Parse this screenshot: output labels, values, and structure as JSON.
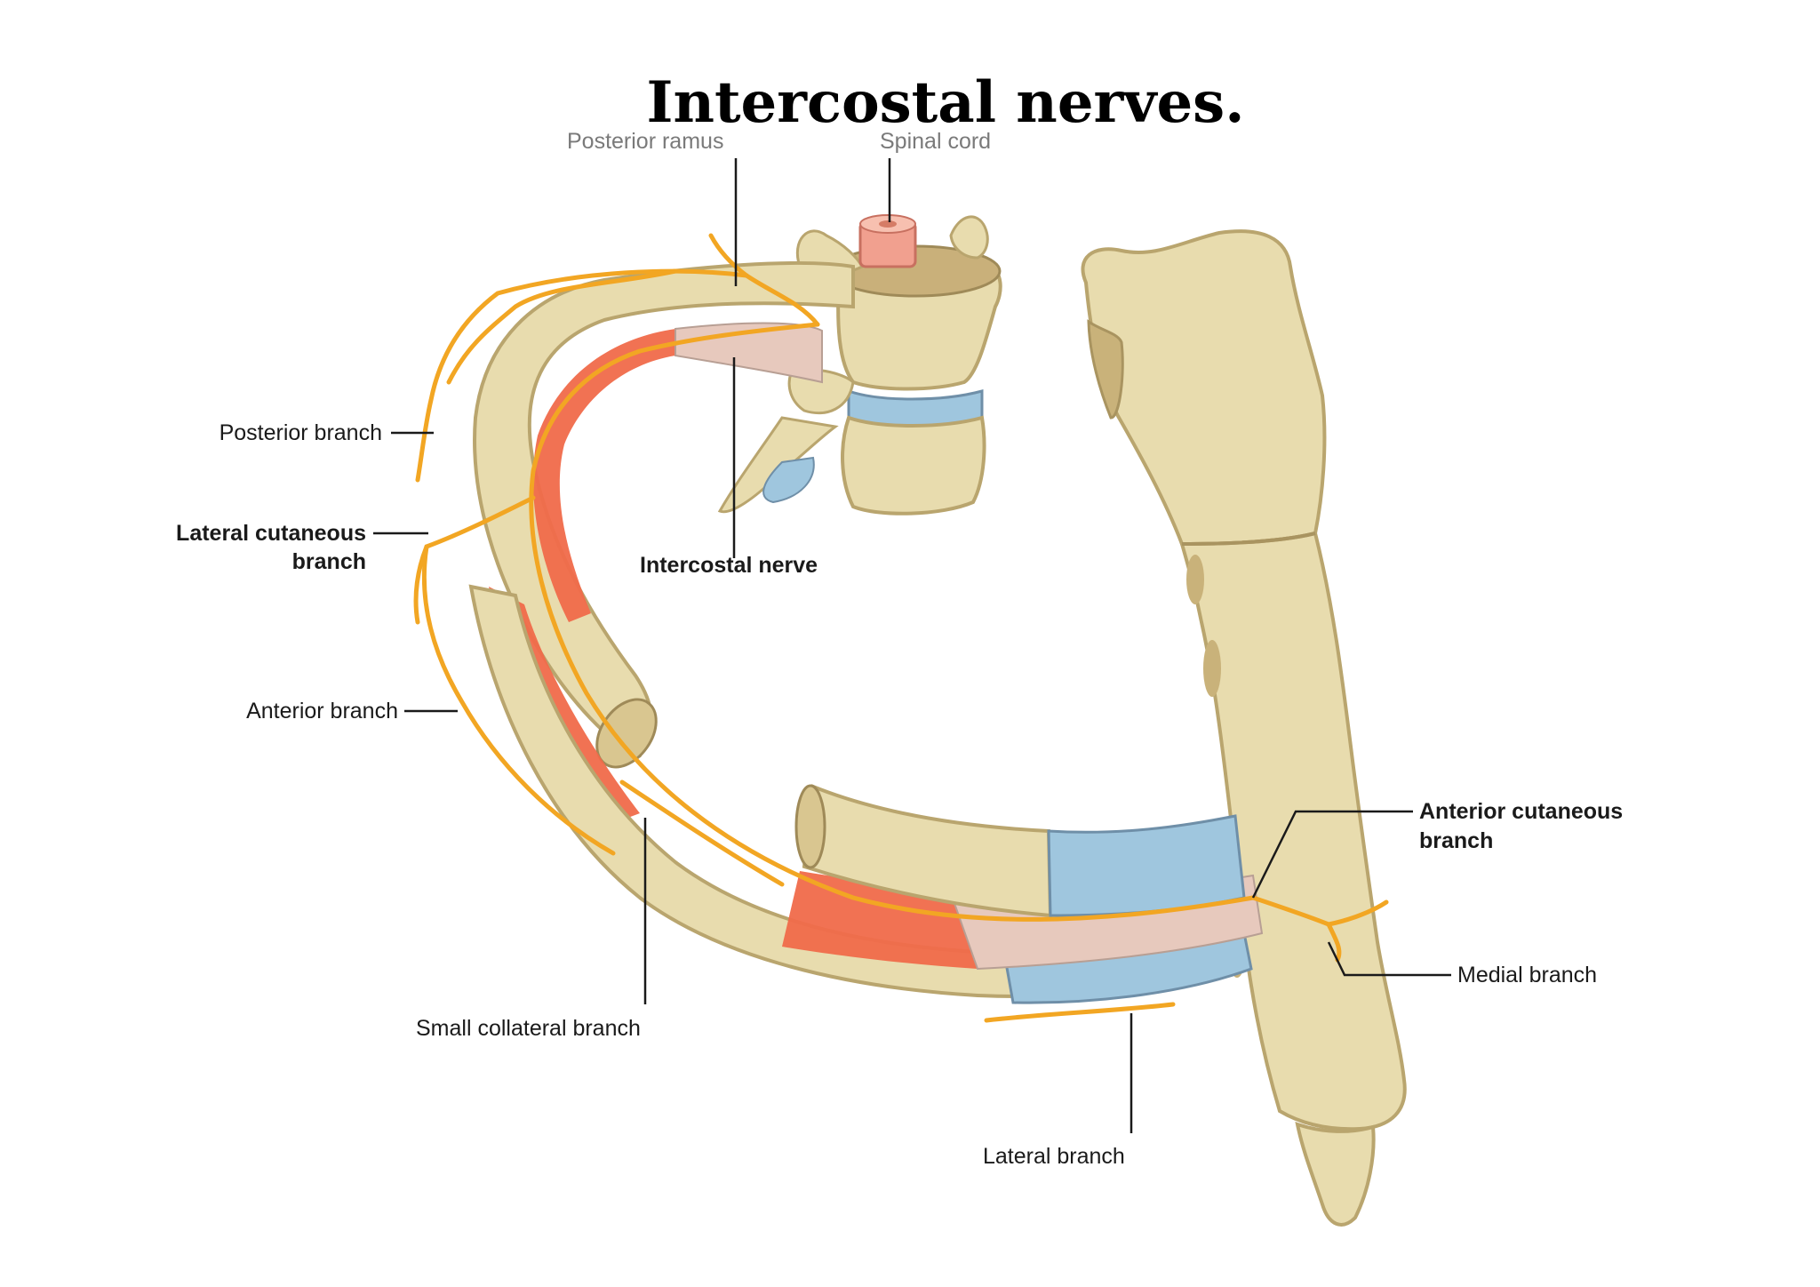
{
  "title": "Intercostal nerves.",
  "labels": {
    "posterior_ramus": "Posterior ramus",
    "spinal_cord": "Spinal cord",
    "posterior_branch": "Posterior branch",
    "lateral_cutaneous_branch_line1": "Lateral cutaneous",
    "lateral_cutaneous_branch_line2": "branch",
    "intercostal_nerve": "Intercostal nerve",
    "anterior_branch": "Anterior branch",
    "anterior_cutaneous_branch_line1": "Anterior cutaneous",
    "anterior_cutaneous_branch_line2": "branch",
    "medial_branch": "Medial branch",
    "small_collateral_branch": "Small collateral branch",
    "lateral_branch": "Lateral branch"
  },
  "colors": {
    "bone": "#e8dcae",
    "bone_shadow": "#b9a56e",
    "muscle": "#f06a4a",
    "membrane": "#e7c9bd",
    "cartilage": "#9fc6de",
    "nerve": "#f2a623",
    "spinal_cord": "#f1a08f",
    "leader": "#1a1a1a"
  }
}
